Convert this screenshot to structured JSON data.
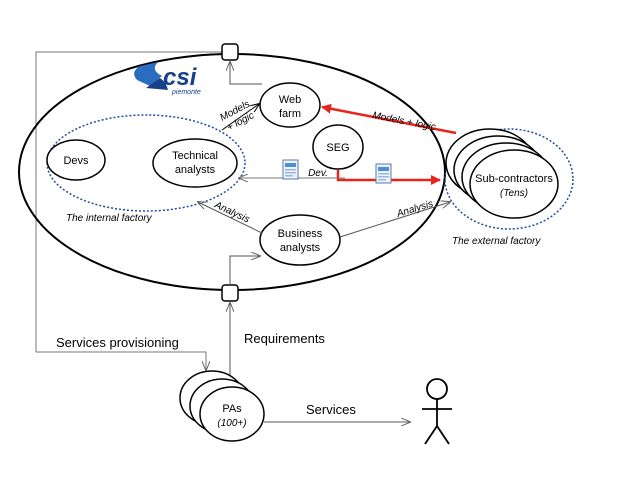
{
  "logo": {
    "name": "csi",
    "sub": "piemonte",
    "color": "#16408a"
  },
  "nodes": {
    "web_farm": [
      "Web",
      "farm"
    ],
    "seg": "SEG",
    "devs": "Devs",
    "technical_analysts": [
      "Technical",
      "analysts"
    ],
    "business_analysts": [
      "Business",
      "analysts"
    ],
    "subcontractors": [
      "Sub-contractors",
      "(Tens)"
    ],
    "pas": [
      "PAs",
      "(100+)"
    ]
  },
  "groups": {
    "internal_factory": "The internal factory",
    "external_factory": "The external factory"
  },
  "edges": {
    "models_logic_internal": [
      "Models",
      "+ logic"
    ],
    "models_logic_external": "Models + logic",
    "dev": "Dev.",
    "analysis_internal": "Analysis",
    "analysis_external": "Analysis",
    "services_provisioning": "Services provisioning",
    "requirements": "Requirements",
    "services": "Services"
  },
  "colors": {
    "highlight": "#e8231c",
    "dotted": "#1f4e9c",
    "line": "#000000",
    "muted": "#777777"
  },
  "icons": {
    "document": "document-icon",
    "user": "stick-figure-icon"
  }
}
